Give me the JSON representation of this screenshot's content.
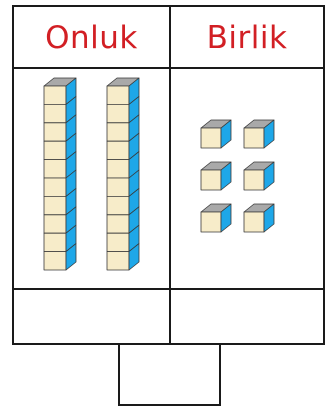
{
  "headers": {
    "tens": "Onluk",
    "ones": "Birlik"
  },
  "blocks": {
    "tens_rods": 2,
    "cubes_per_rod": 10,
    "unit_cubes": 6
  },
  "colors": {
    "header_text": "#d21f24",
    "cube_top": "#a9a9a9",
    "cube_front": "#f7ecc9",
    "cube_side": "#1ea7e8",
    "edge": "#3a3a3a"
  }
}
